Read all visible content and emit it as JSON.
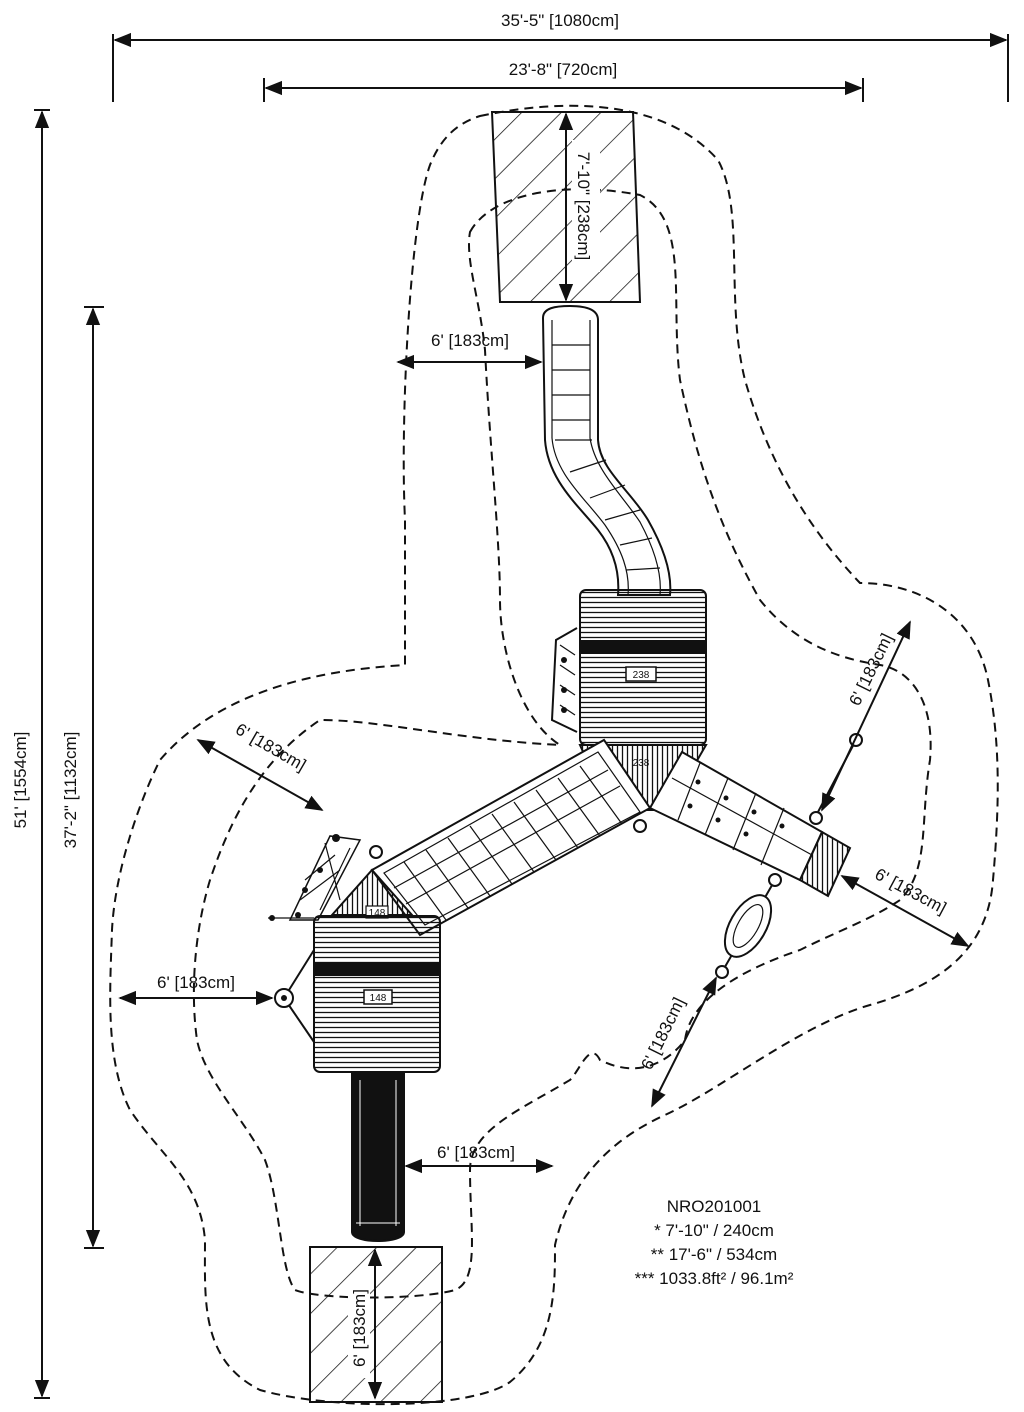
{
  "dimensions": {
    "overall_width": "35'-5\" [1080cm]",
    "inner_width": "23'-8\" [720cm]",
    "overall_height": "51' [1554cm]",
    "inner_height": "37'-2\" [1132cm]",
    "top_zone": "7'-10\" [238cm]",
    "clearance_slide": "6' [183cm]",
    "clearance_upper_left": "6' [183cm]",
    "clearance_left": "6' [183cm]",
    "clearance_bottom_slide": "6' [183cm]",
    "clearance_bottom_zone": "6' [183cm]",
    "clearance_right_upper": "6' [183cm]",
    "clearance_right_mid": "6' [183cm]",
    "clearance_swing": "6' [183cm]"
  },
  "deck_labels": {
    "upper_deck": "238",
    "upper_deck_stair": "238",
    "lower_deck_top": "148",
    "lower_deck": "148"
  },
  "info": {
    "model": "NRO201001",
    "height1": "* 7'-10\" / 240cm",
    "height2": "** 17'-6\" / 534cm",
    "area": "*** 1033.8ft² / 96.1m²"
  }
}
